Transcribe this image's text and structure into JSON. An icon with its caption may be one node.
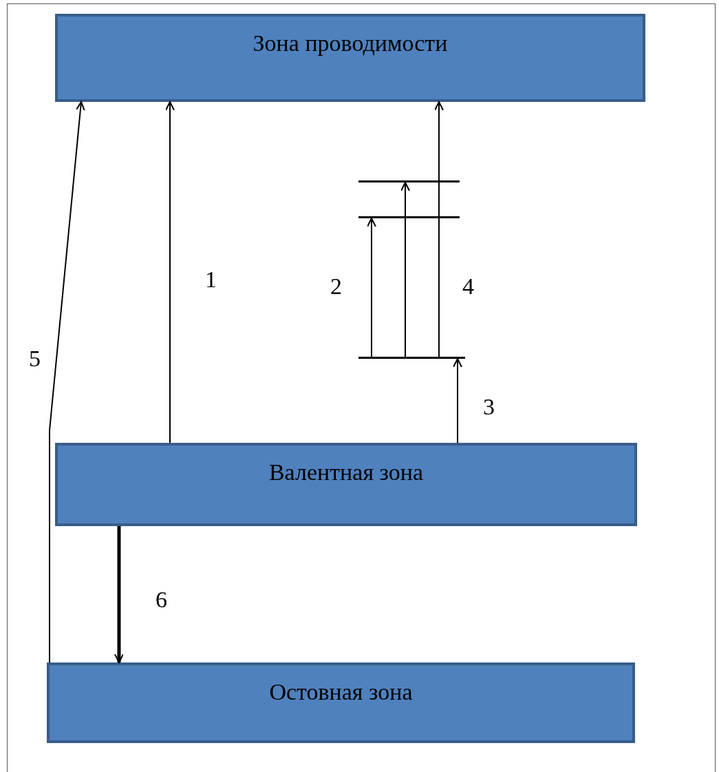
{
  "diagram": {
    "nodes": [
      {
        "text": [
          "Зона проводимости"
        ]
      },
      {
        "text": [],
        "shape": "bar"
      },
      {
        "text": [],
        "shape": "bar"
      },
      {
        "text": [],
        "shape": "bar"
      },
      {
        "text": [
          "Валентная зона"
        ]
      },
      {
        "text": [
          "Остовная зона"
        ]
      }
    ],
    "edges": [
      {
        "from": 4,
        "to": 0,
        "arrow": "to",
        "label": "1"
      },
      {
        "from": 3,
        "to": 2,
        "arrow": "to",
        "label": "2"
      },
      {
        "from": 3,
        "to": 1,
        "arrow": "to"
      },
      {
        "from": 3,
        "to": 0,
        "arrow": "to",
        "label": "4"
      },
      {
        "from": 4,
        "to": 3,
        "arrow": "to",
        "label": "3"
      },
      {
        "from": 5,
        "to": 0,
        "arrow": "to",
        "label": "5"
      },
      {
        "from": 4,
        "to": 5,
        "arrow": "to",
        "label": "6",
        "style": "thick"
      }
    ]
  }
}
